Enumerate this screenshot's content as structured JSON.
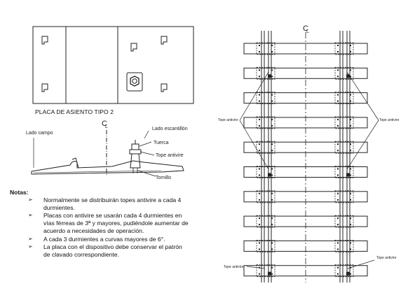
{
  "plate": {
    "caption": "PLACA DE ASIENTO TIPO 2"
  },
  "section": {
    "centerline": "CL",
    "lado_campo": "Lado campo",
    "lado_escantillon": "Lado escantillón",
    "tuerca": "Tuerca",
    "tope_antivire": "Tope antivire",
    "tornillo": "Tornillo"
  },
  "notes": {
    "title": "Notas:",
    "items": [
      {
        "bullet": "➢",
        "text": "Normalmente se distribuirán topes antivire a cada 4 durmientes."
      },
      {
        "bullet": "➢",
        "text": "Placas con antivire se usarán cada 4 durmientes en vías férreas de 3ª y mayores, pudiéndole aumentar de acuerdo a necesidades de operación."
      },
      {
        "bullet": "➢",
        "text": "A cada 3 durmientes a curvas mayores de 6°."
      },
      {
        "bullet": "➢",
        "text": "La placa con el dispositivo debe conservar el patrón de clavado correspondiente."
      }
    ]
  },
  "track_plan": {
    "centerline": "CL",
    "sleeper_count": 10,
    "label_left_mid": "Tope antivire",
    "label_right_mid": "Tope antivire",
    "label_left_bottom": "Tope antivire",
    "label_right_bottom": "Tope antivire"
  }
}
